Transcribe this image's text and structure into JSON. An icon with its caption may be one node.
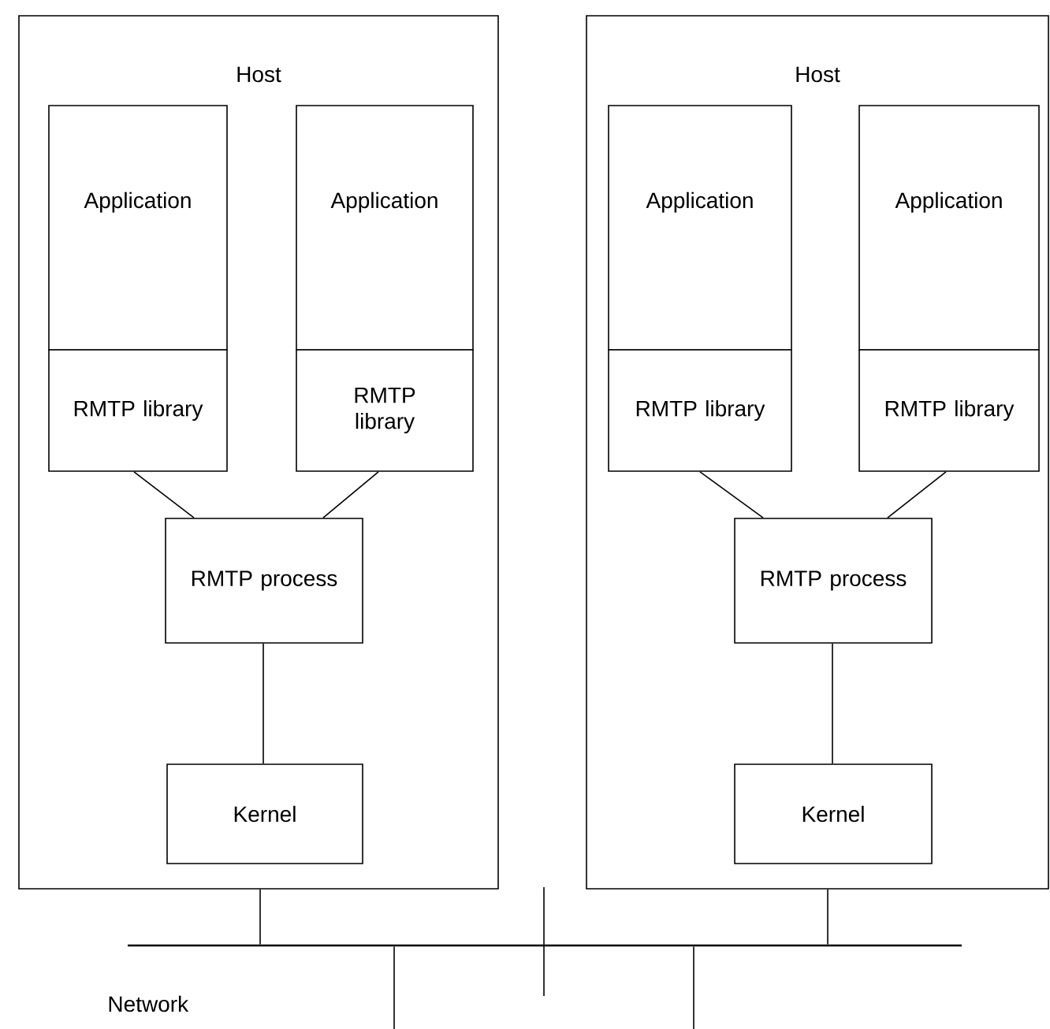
{
  "diagram": {
    "nodes": [
      {
        "text": [
          "Host"
        ]
      },
      {
        "text": [
          "Application"
        ],
        "in": 0
      },
      {
        "text": [
          "RMTP library"
        ],
        "in": 0
      },
      {
        "text": [
          "Application"
        ],
        "in": 0
      },
      {
        "text": [
          "RMTP library"
        ],
        "in": 0
      },
      {
        "text": [
          "RMTP process"
        ],
        "in": 0
      },
      {
        "text": [
          "Kernel"
        ],
        "in": 0
      },
      {
        "text": [
          "Host"
        ]
      },
      {
        "text": [
          "Application"
        ],
        "in": 7
      },
      {
        "text": [
          "RMTP library"
        ],
        "in": 7
      },
      {
        "text": [
          "Application"
        ],
        "in": 7
      },
      {
        "text": [
          "RMTP library"
        ],
        "in": 7
      },
      {
        "text": [
          "RMTP process"
        ],
        "in": 7
      },
      {
        "text": [
          "Kernel"
        ],
        "in": 7
      },
      {
        "text": [],
        "shape": "bar",
        "beside": [
          "Network"
        ]
      }
    ],
    "edges": [
      {
        "from": 2,
        "to": 5,
        "arrow": "none"
      },
      {
        "from": 4,
        "to": 5,
        "arrow": "none"
      },
      {
        "from": 5,
        "to": 6,
        "arrow": "none"
      },
      {
        "from": 9,
        "to": 12,
        "arrow": "none"
      },
      {
        "from": 11,
        "to": 12,
        "arrow": "none"
      },
      {
        "from": 12,
        "to": 13,
        "arrow": "none"
      },
      {
        "from": 0,
        "to": 14,
        "arrow": "none"
      },
      {
        "from": 7,
        "to": 14,
        "arrow": "none"
      },
      {
        "from": 14,
        "to": null,
        "arrow": "none"
      },
      {
        "from": 14,
        "to": null,
        "arrow": "none"
      }
    ]
  }
}
